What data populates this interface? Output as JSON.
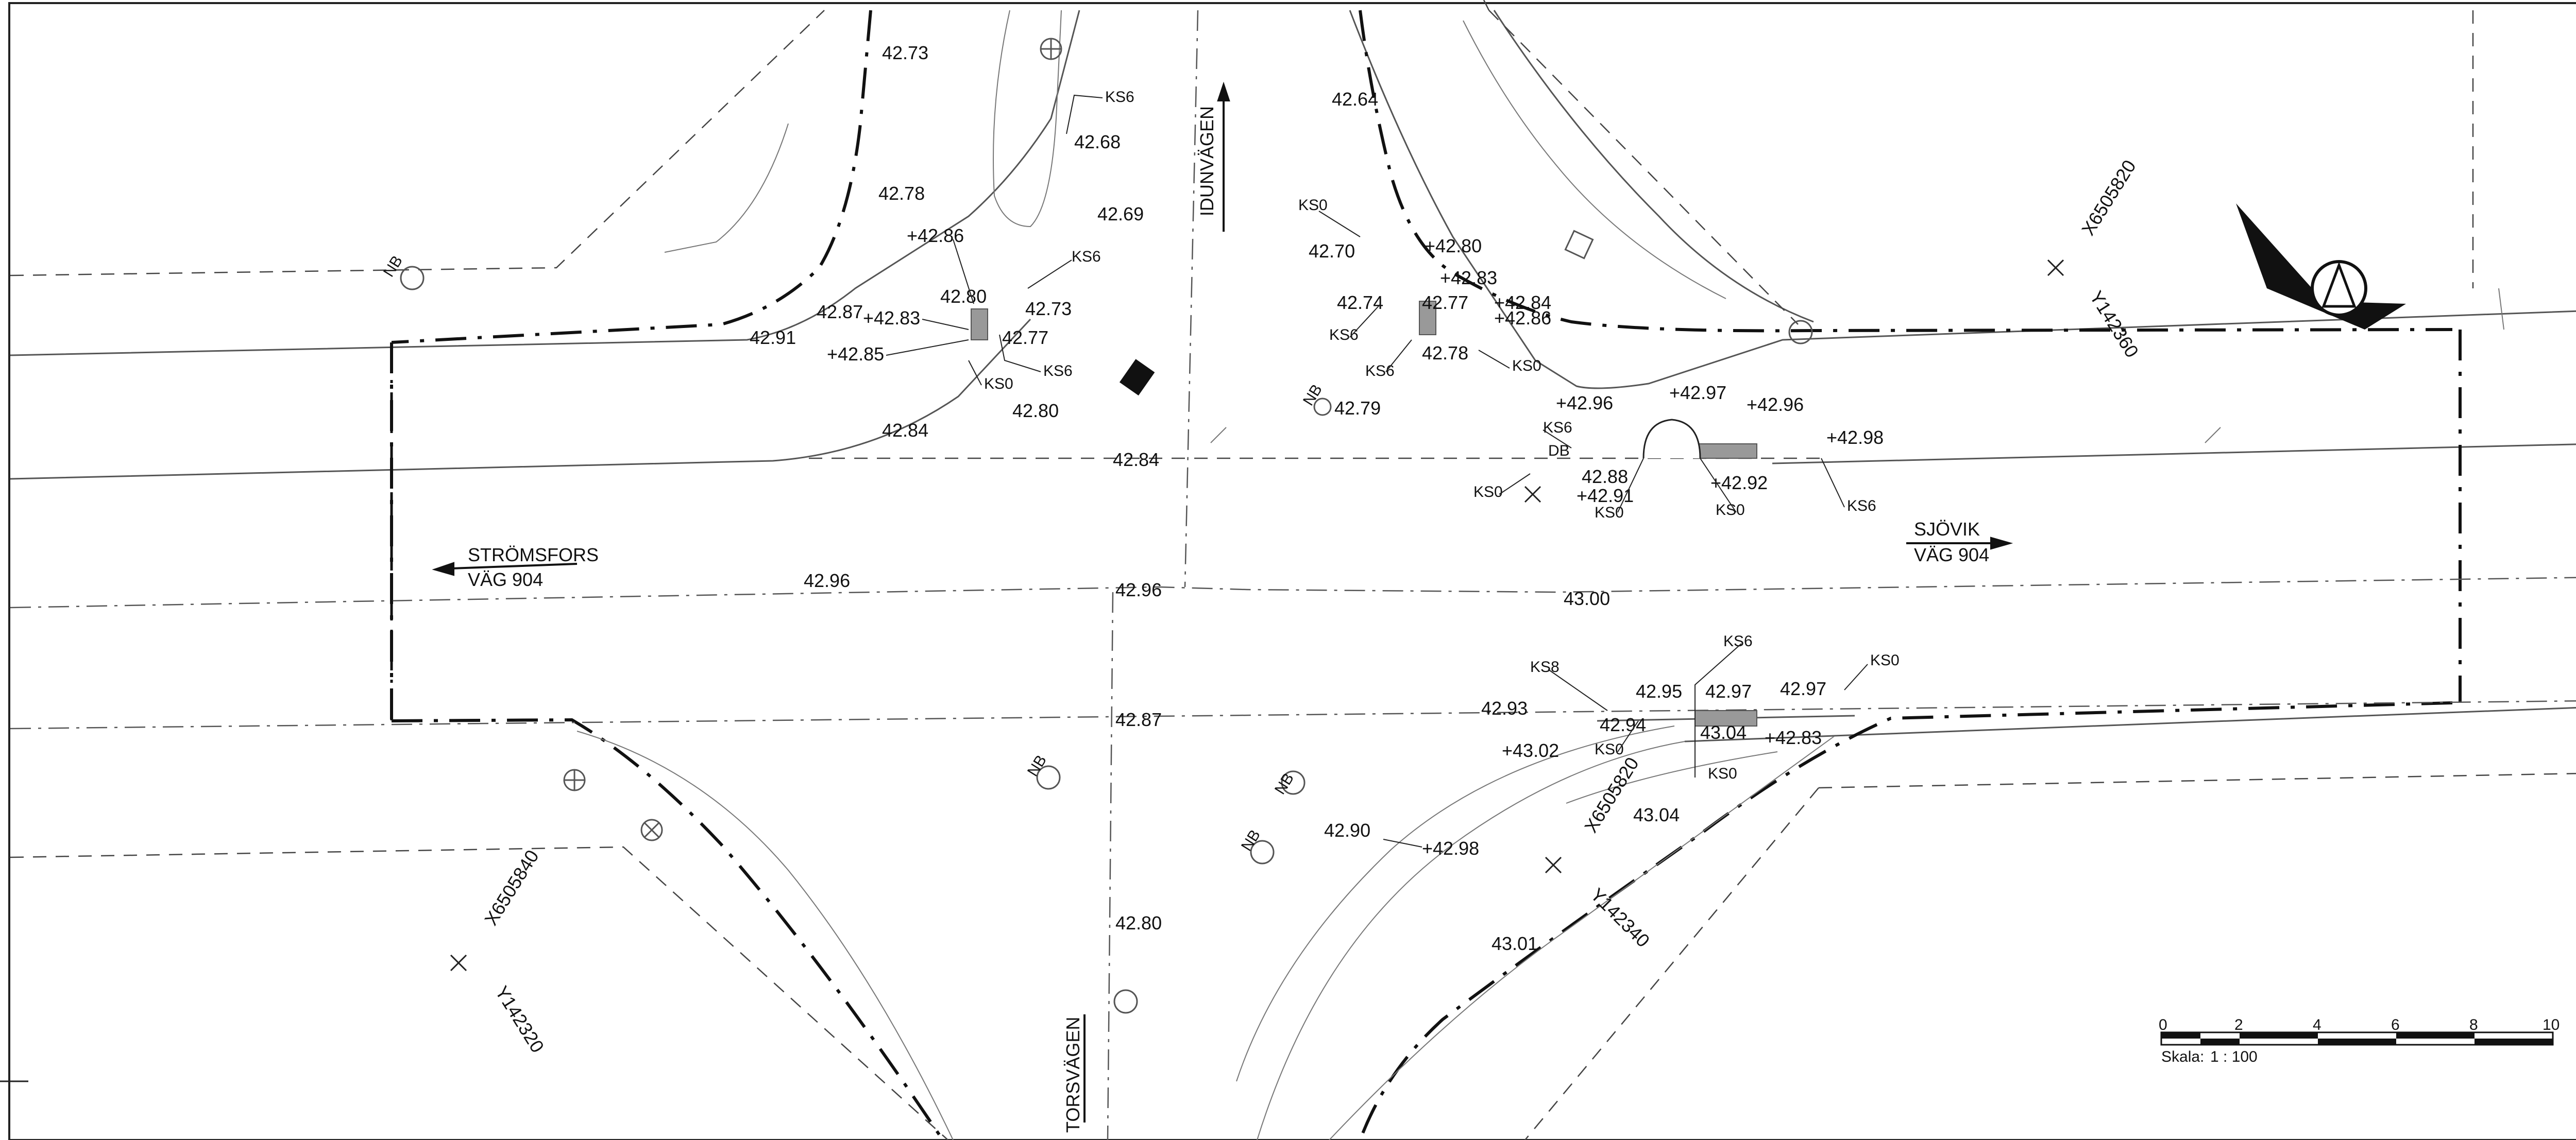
{
  "roads": {
    "stromsfors": {
      "name": "STRÖMSFORS",
      "route": "VÄG 904"
    },
    "sjovik": {
      "name": "SJÖVIK",
      "route": "VÄG 904"
    }
  },
  "streets": {
    "idunvagen": "IDUNVÄGEN",
    "torsvagen": "TORSVÄGEN"
  },
  "levels": {
    "l4273": "42.73",
    "l4278": "42.78",
    "l4287": "42.87",
    "l4291": "42.91",
    "l4284a": "42.84",
    "l4268": "42.68",
    "l4269": "42.69",
    "p4286a": "+42.86",
    "p4283a": "+42.83",
    "p4285": "+42.85",
    "l4280a": "42.80",
    "l4273b": "42.73",
    "l4277a": "42.77",
    "l4280b": "42.80",
    "l4264": "42.64",
    "l4270": "42.70",
    "p4280": "+42.80",
    "p4283b": "+42.83",
    "l4274": "42.74",
    "l4277b": "42.77",
    "p4284": "+42.84",
    "p4286b": "+42.86",
    "l4278b": "42.78",
    "l4279": "42.79",
    "l4284b": "42.84",
    "p4296a": "+42.96",
    "p4297a": "+42.97",
    "p4296b": "+42.96",
    "p4298a": "+42.98",
    "l4288": "42.88",
    "p4291": "+42.91",
    "p4292": "+42.92",
    "l4296": "42.96",
    "l4296b": "42.96",
    "l4300": "43.00",
    "l4287b": "42.87",
    "l4293": "42.93",
    "l4295": "42.95",
    "l4297a": "42.97",
    "l4297b": "42.97",
    "l4294": "42.94",
    "p4302": "+43.02",
    "l4304a": "43.04",
    "p4283c": "+42.83",
    "l4304b": "43.04",
    "l4290": "42.90",
    "p4298b": "+42.98",
    "l4301": "43.01",
    "l4280c": "42.80"
  },
  "codes": {
    "ks6": "KS6",
    "ks0": "KS0",
    "ks8": "KS8",
    "nb": "NB",
    "db": "DB"
  },
  "coordinates": {
    "x6505820": "X6505820",
    "y142360": "Y142360",
    "x6505840": "X6505840",
    "y142320": "Y142320",
    "x6505820b": "X6505820",
    "y142340": "Y142340"
  },
  "scale": {
    "label": "Skala:",
    "ratio": "1 : 100",
    "ticks": [
      "0",
      "2",
      "4",
      "6",
      "8",
      "10"
    ]
  }
}
